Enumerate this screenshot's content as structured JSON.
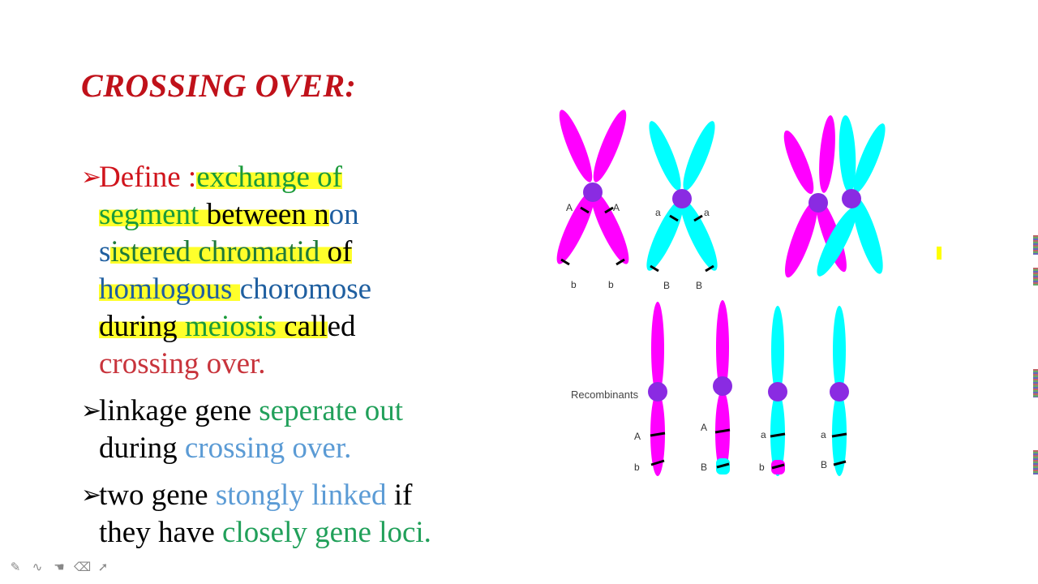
{
  "slide": {
    "title": "CROSSING OVER:",
    "bullets": [
      {
        "lines": [
          [
            {
              "text": "Define :",
              "color": "red"
            },
            {
              "text": "exchange of",
              "color": "green",
              "hl": true
            }
          ],
          [
            {
              "text": "segment ",
              "color": "green",
              "hl": true
            },
            {
              "text": "between n",
              "color": "black",
              "hl": true
            },
            {
              "text": "on",
              "color": "blue"
            }
          ],
          [
            {
              "text": "s",
              "color": "blue"
            },
            {
              "text": "istered chromatid ",
              "color": "dgreen",
              "hl": true
            },
            {
              "text": "of",
              "color": "black",
              "hl": true
            }
          ],
          [
            {
              "text": "homlogous ",
              "color": "blue",
              "hl": true
            },
            {
              "text": "choromose",
              "color": "blue"
            }
          ],
          [
            {
              "text": "during ",
              "color": "black",
              "hl": true
            },
            {
              "text": "meiosis ",
              "color": "green",
              "hl": true
            },
            {
              "text": "call",
              "color": "black",
              "hl": true
            },
            {
              "text": "ed",
              "color": "black"
            }
          ],
          [
            {
              "text": "crossing over.",
              "color": "rose"
            }
          ]
        ],
        "arrow_color": "#d0141c"
      },
      {
        "lines": [
          [
            {
              "text": "linkage gene ",
              "color": "black"
            },
            {
              "text": "seperate out",
              "color": "teal"
            }
          ],
          [
            {
              "text": "during ",
              "color": "black"
            },
            {
              "text": "crossing over.",
              "color": "lblue"
            }
          ]
        ],
        "arrow_color": "#000000"
      },
      {
        "lines": [
          [
            {
              "text": "two gene ",
              "color": "black"
            },
            {
              "text": "stongly linked",
              "color": "lblue"
            },
            {
              "text": " if",
              "color": "black"
            }
          ],
          [
            {
              "text": "they have ",
              "color": "black"
            },
            {
              "text": "closely gene loci.",
              "color": "teal"
            }
          ]
        ],
        "arrow_color": "#000000"
      }
    ]
  },
  "diagram": {
    "labels": {
      "pair1": [
        "A",
        "A",
        "b",
        "b"
      ],
      "pair2": [
        "a",
        "a",
        "B",
        "B"
      ],
      "recombinants_label": "Recombinants",
      "recombinants": [
        [
          "A",
          "b"
        ],
        [
          "A",
          "B"
        ],
        [
          "a",
          "b"
        ],
        [
          "a",
          "B"
        ]
      ]
    },
    "colors": {
      "magenta": "#ff00ff",
      "cyan": "#00ffff",
      "centromere": "#8a2be2"
    }
  },
  "toolbar": {
    "tools": [
      {
        "name": "pen-icon",
        "glyph": "✎"
      },
      {
        "name": "highlighter-wave-icon",
        "glyph": "∿"
      },
      {
        "name": "laser-pointer-icon",
        "glyph": "☚"
      },
      {
        "name": "eraser-icon",
        "glyph": "⌫"
      },
      {
        "name": "arrow-pointer-icon",
        "glyph": "➚"
      }
    ]
  }
}
